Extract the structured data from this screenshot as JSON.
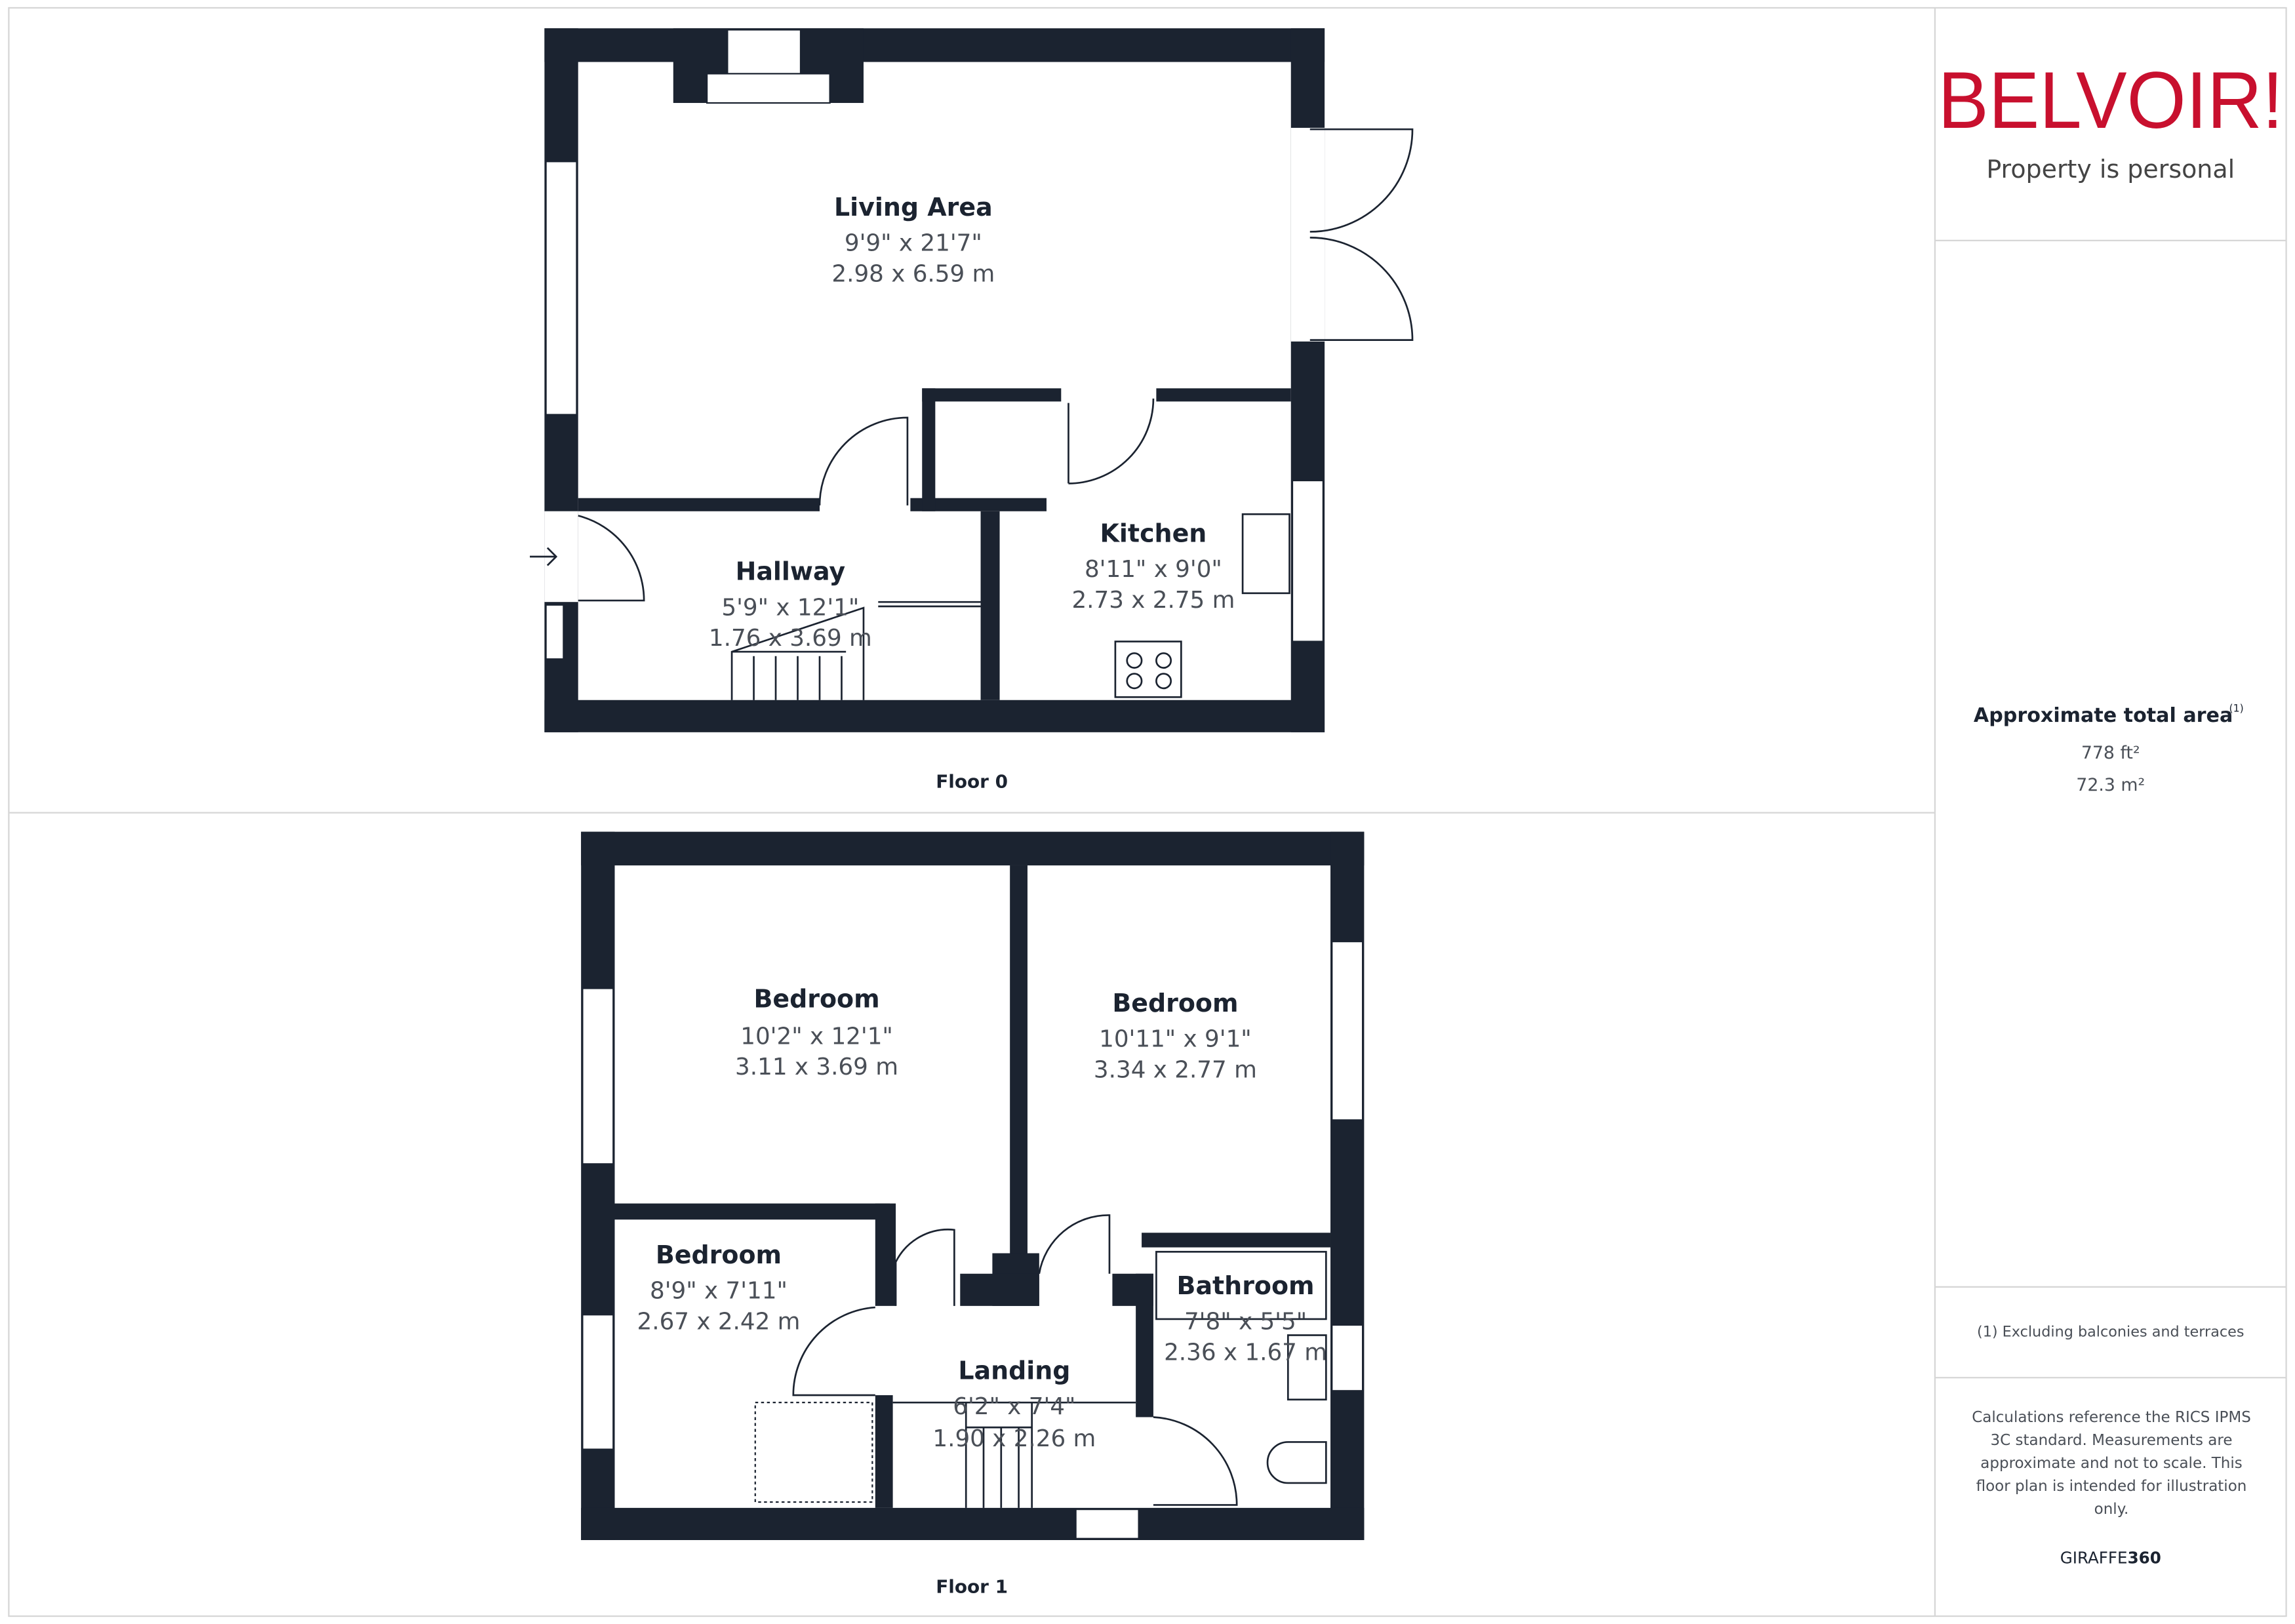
{
  "brand": {
    "name": "BELVOIR!",
    "tagline": "Property is personal",
    "color": "#c8102e"
  },
  "area": {
    "title": "Approximate total area",
    "footnote_mark": "(1)",
    "imperial": "778 ft²",
    "metric": "72.3 m²"
  },
  "footnote": "(1) Excluding balconies and terraces",
  "disclaimer": "Calculations reference the RICS IPMS 3C standard. Measurements are approximate and not to scale. This floor plan is intended for illustration only.",
  "credit": {
    "part1": "GIRAFFE",
    "part2": "360"
  },
  "floors": [
    {
      "label": "Floor 0",
      "rooms": [
        {
          "name": "Living Area",
          "imperial": "9'9\" x 21'7\"",
          "metric": "2.98 x 6.59 m"
        },
        {
          "name": "Hallway",
          "imperial": "5'9\" x 12'1\"",
          "metric": "1.76 x 3.69 m"
        },
        {
          "name": "Kitchen",
          "imperial": "8'11\" x 9'0\"",
          "metric": "2.73 x 2.75 m"
        }
      ]
    },
    {
      "label": "Floor 1",
      "rooms": [
        {
          "name": "Bedroom",
          "imperial": "10'2\" x 12'1\"",
          "metric": "3.11 x 3.69 m"
        },
        {
          "name": "Bedroom",
          "imperial": "10'11\" x 9'1\"",
          "metric": "3.34 x 2.77 m"
        },
        {
          "name": "Bedroom",
          "imperial": "8'9\" x 7'11\"",
          "metric": "2.67 x 2.42 m"
        },
        {
          "name": "Landing",
          "imperial": "6'2\" x 7'4\"",
          "metric": "1.90 x 2.26 m"
        },
        {
          "name": "Bathroom",
          "imperial": "7'8\" x 5'5\"",
          "metric": "2.36 x 1.67 m"
        }
      ]
    }
  ]
}
